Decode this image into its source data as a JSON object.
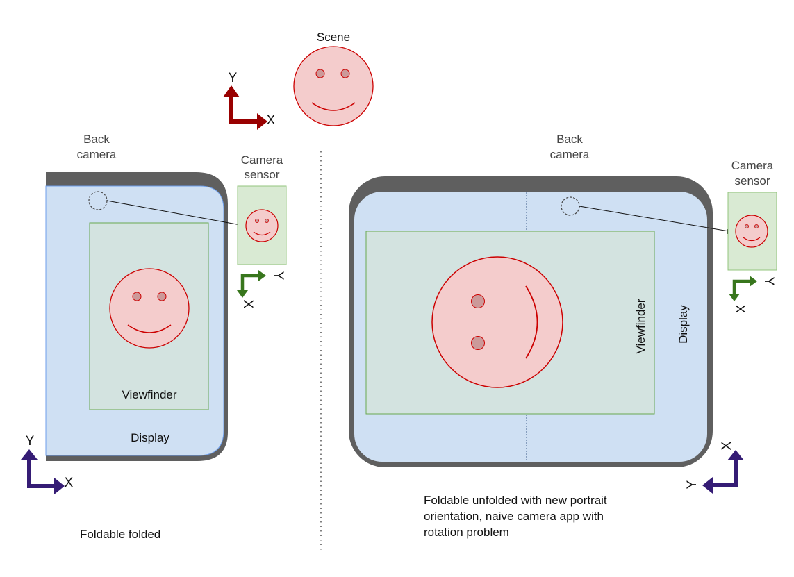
{
  "scene": {
    "label": "Scene"
  },
  "scene_axes": {
    "y": "Y",
    "x": "X"
  },
  "folded": {
    "back_camera_line1": "Back",
    "back_camera_line2": "camera",
    "sensor_line1": "Camera",
    "sensor_line2": "sensor",
    "viewfinder": "Viewfinder",
    "display": "Display",
    "caption": "Foldable folded",
    "sensor_axes": {
      "x": "X",
      "y": "Y"
    },
    "display_axes": {
      "y": "Y",
      "x": "X"
    }
  },
  "unfolded": {
    "back_camera_line1": "Back",
    "back_camera_line2": "camera",
    "sensor_line1": "Camera",
    "sensor_line2": "sensor",
    "viewfinder": "Viewfinder",
    "display": "Display",
    "caption_line1": "Foldable unfolded with new portrait",
    "caption_line2": "orientation, naive camera app with",
    "caption_line3": "rotation problem",
    "sensor_axes": {
      "x": "X",
      "y": "Y"
    },
    "display_axes": {
      "x": "X",
      "y": "Y"
    }
  },
  "colors": {
    "device_frame": "#5f5f5f",
    "display_fill": "#cfe0f3",
    "viewfinder_fill": "#d3e3e0",
    "sensor_fill": "#d9ead3",
    "face_fill": "#f4cccc",
    "face_stroke": "#cc0000",
    "scene_axis": "#990000",
    "sensor_axis": "#38761d",
    "display_axis": "#351c75"
  }
}
